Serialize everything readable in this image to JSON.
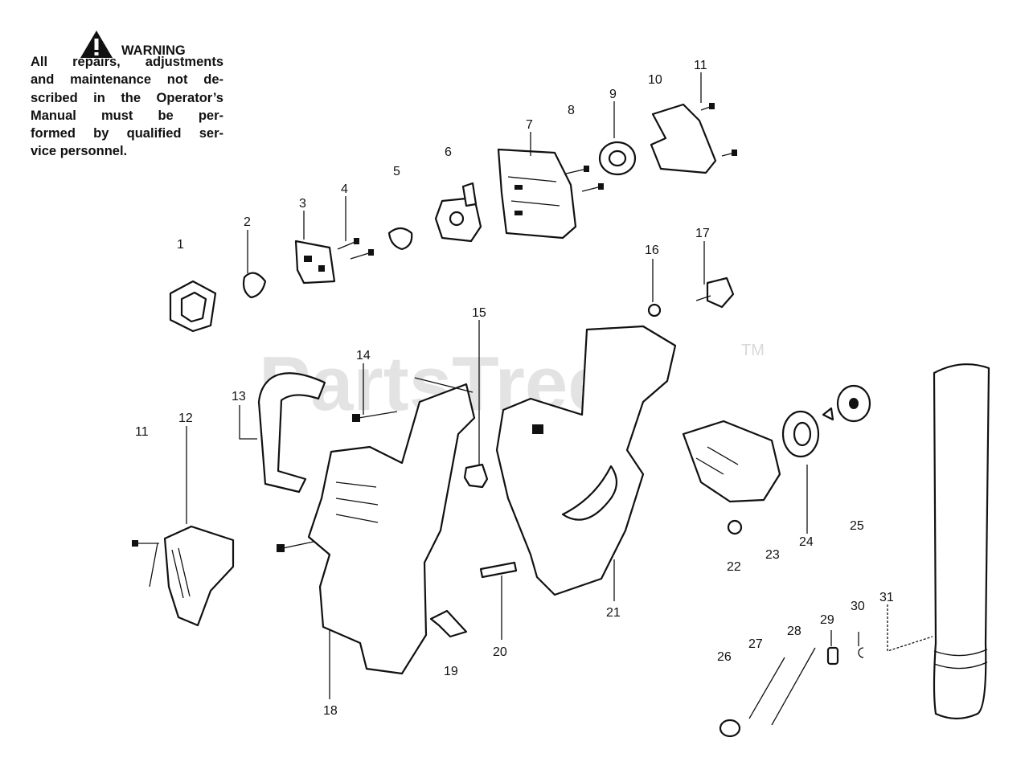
{
  "warning": {
    "title": "WARNING",
    "lines": [
      "All repairs, adjustments",
      "and maintenance not de-",
      "scribed in the Operator’s",
      "Manual must be per-",
      "formed by qualified ser-",
      "vice personnel."
    ]
  },
  "watermark": {
    "text": "PartsTree",
    "trademark": "TM"
  },
  "callouts": [
    "1",
    "2",
    "3",
    "4",
    "5",
    "6",
    "7",
    "8",
    "9",
    "10",
    "11",
    "11",
    "12",
    "13",
    "14",
    "15",
    "16",
    "17",
    "18",
    "19",
    "20",
    "21",
    "22",
    "23",
    "24",
    "25",
    "26",
    "27",
    "28",
    "29",
    "30",
    "31"
  ],
  "icons": {
    "warning": "warning-triangle-icon"
  }
}
